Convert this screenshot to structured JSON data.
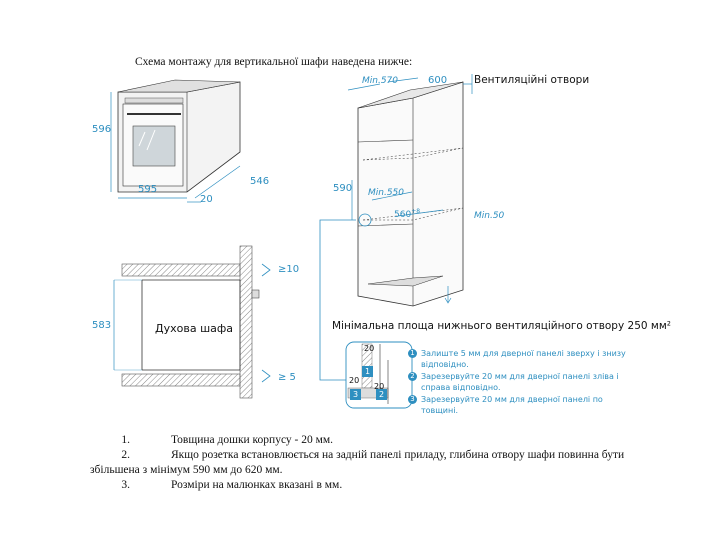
{
  "intro_text": "Схема монтажу для вертикальної шафи наведена нижче:",
  "oven_dims": {
    "height": "596",
    "width": "595",
    "depth": "546",
    "front": "20"
  },
  "section": {
    "label": "Духова шафа",
    "height": "583",
    "gap_top": "≥10",
    "gap_bottom": "≥ 5"
  },
  "cabinet": {
    "min_depth": "Min.570",
    "width": "600",
    "vent_label": "Вентиляційні отвори",
    "niche_height": "590",
    "min_width": "Min.550",
    "niche_width": "560",
    "niche_width_tol": "+8",
    "min_gap": "Min.50",
    "min_area": "Мінімальна площа нижнього вентиляційного отвору 250 мм²"
  },
  "detail": {
    "dim_a": "20",
    "dim_b": "20",
    "dim_c": "20",
    "marks": [
      "1",
      "2",
      "3"
    ],
    "notes": [
      "Залиште 5 мм для дверної панелі зверху і знизу відповідно.",
      "Зарезервуйте 20 мм для дверної панелі зліва і справа відповідно.",
      "Зарезервуйте 20 мм для дверної панелі по товщині."
    ]
  },
  "notes": [
    {
      "num": "1.",
      "text": "Товщина дошки корпусу - 20 мм."
    },
    {
      "num": "2.",
      "text": "Якщо розетка встановлюється на задній панелі приладу, глибина отвору шафи повинна бути",
      "cont": "збільшена з мінімум 590 мм до 620 мм."
    },
    {
      "num": "3.",
      "text": "Розміри на малюнках вказані в мм."
    }
  ],
  "colors": {
    "accent": "#2e8fc0",
    "line": "#333333",
    "hatch": "#888888"
  }
}
